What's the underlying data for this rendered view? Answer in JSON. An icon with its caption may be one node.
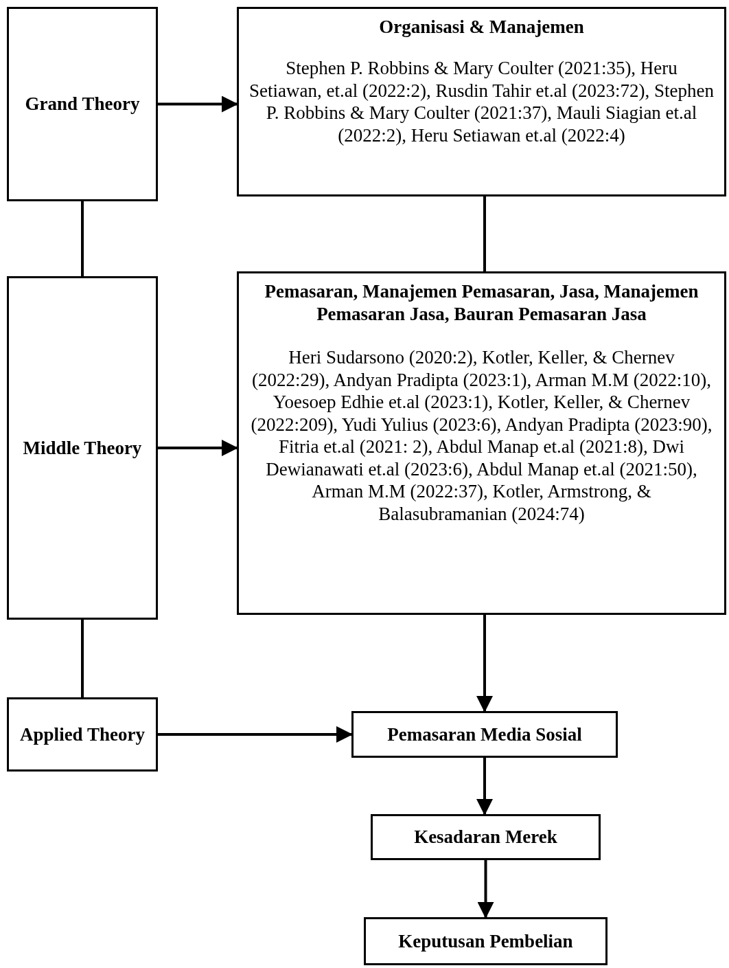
{
  "diagram": {
    "nodes": [
      {
        "text": [
          "Grand Theory"
        ]
      },
      {
        "text": [
          "Organisasi & Manajemen",
          "Stephen P. Robbins & Mary Coulter (2021:35), Heru Setiawan, et.al (2022:2), Rusdin Tahir et.al (2023:72), Stephen P. Robbins & Mary Coulter (2021:37), Mauli Siagian et.al (2022:2), Heru Setiawan et.al (2022:4)"
        ]
      },
      {
        "text": [
          "Middle Theory"
        ]
      },
      {
        "text": [
          "Pemasaran, Manajemen Pemasaran, Jasa, Manajemen Pemasaran Jasa, Bauran Pemasaran Jasa",
          "Heri Sudarsono (2020:2), Kotler, Keller, & Chernev (2022:29), Andyan Pradipta (2023:1), Arman M.M (2022:10), Yoesoep Edhie et.al (2023:1), Kotler, Keller, & Chernev (2022:209), Yudi Yulius (2023:6), Andyan Pradipta (2023:90), Fitria et.al (2021: 2), Abdul Manap et.al (2021:8), Dwi Dewianawati et.al (2023:6), Abdul Manap et.al (2021:50), Arman M.M (2022:37), Kotler, Armstrong, & Balasubramanian (2024:74)"
        ]
      },
      {
        "text": [
          "Applied Theory"
        ]
      },
      {
        "text": [
          "Pemasaran Media Sosial"
        ]
      },
      {
        "text": [
          "Kesadaran Merek"
        ]
      },
      {
        "text": [
          "Keputusan Pembelian"
        ]
      }
    ],
    "edges": [
      {
        "from": 0,
        "to": 1,
        "arrow": "to"
      },
      {
        "from": 0,
        "to": 2,
        "arrow": "none"
      },
      {
        "from": 1,
        "to": 3,
        "arrow": "none"
      },
      {
        "from": 2,
        "to": 3,
        "arrow": "to"
      },
      {
        "from": 2,
        "to": 4,
        "arrow": "none"
      },
      {
        "from": 3,
        "to": 5,
        "arrow": "to"
      },
      {
        "from": 4,
        "to": 5,
        "arrow": "to"
      },
      {
        "from": 5,
        "to": 6,
        "arrow": "to"
      },
      {
        "from": 6,
        "to": 7,
        "arrow": "to"
      }
    ]
  }
}
